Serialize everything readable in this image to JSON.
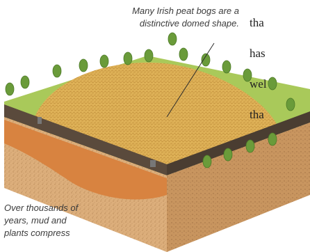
{
  "captions": {
    "top": "Many Irish peat bogs are a distinctive domed shape.",
    "left": "Over thousands of years, mud and plants compress"
  },
  "body_text": {
    "line1": "tha",
    "line2": "has",
    "line3": "wel",
    "line4": "tha"
  },
  "colors": {
    "grass": "#a9c95a",
    "peat_dome": "#d9a84c",
    "soil": "#d9a874",
    "clay_layer": "#d88340",
    "dark_stripe": "#5a4a3c"
  }
}
